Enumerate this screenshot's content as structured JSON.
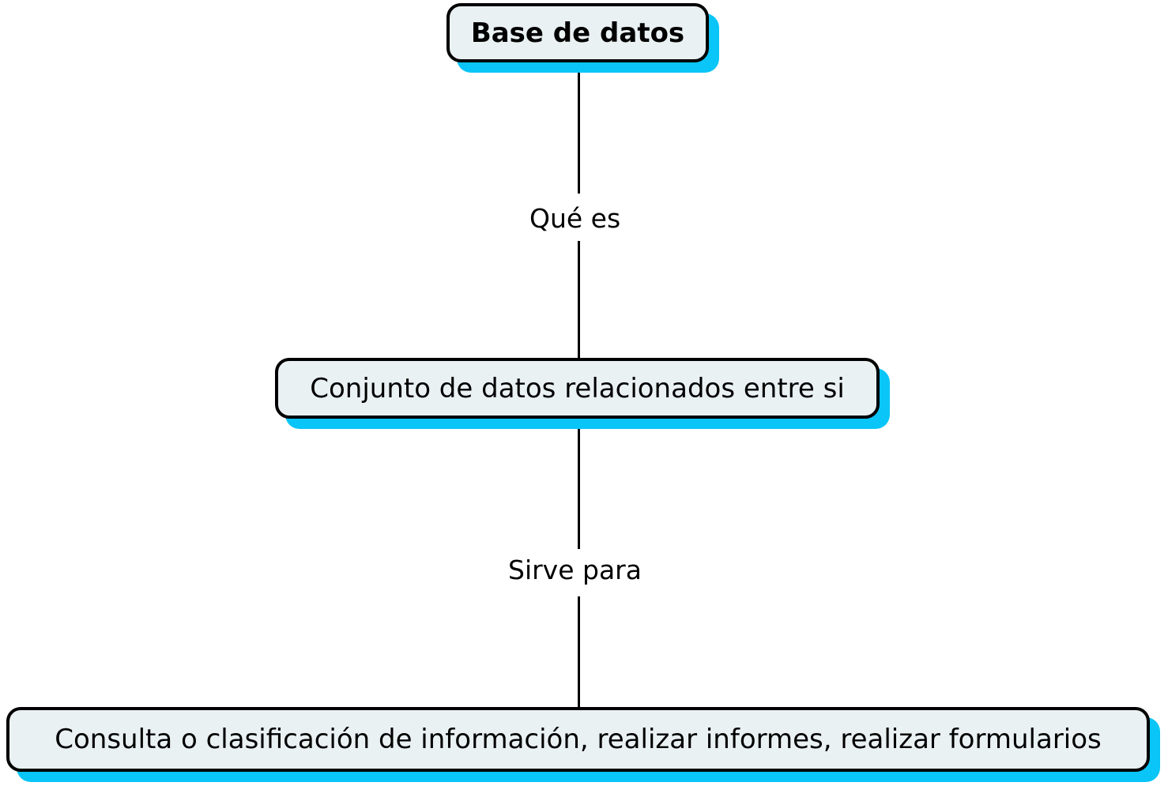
{
  "diagram": {
    "type": "concept-map",
    "title": "Base de datos",
    "orientation": "vertical",
    "background_color": "#ffffff",
    "node_fill_color": "#eaf1f3",
    "node_border_color": "#000000",
    "node_shadow_color": "#0ac5f7",
    "text_color": "#000000",
    "nodes": [
      {
        "id": "root",
        "label": "Base de datos",
        "level": 0,
        "bold": true
      },
      {
        "id": "definition",
        "label": "Conjunto de datos relacionados entre si",
        "level": 1,
        "bold": false
      },
      {
        "id": "purpose",
        "label": "Consulta o clasificación de información, realizar informes, realizar formularios",
        "level": 2,
        "bold": false
      }
    ],
    "edges": [
      {
        "id": "edge-1",
        "from": "root",
        "to": "definition",
        "label": "Qué es"
      },
      {
        "id": "edge-2",
        "from": "definition",
        "to": "purpose",
        "label": "Sirve para"
      }
    ]
  }
}
